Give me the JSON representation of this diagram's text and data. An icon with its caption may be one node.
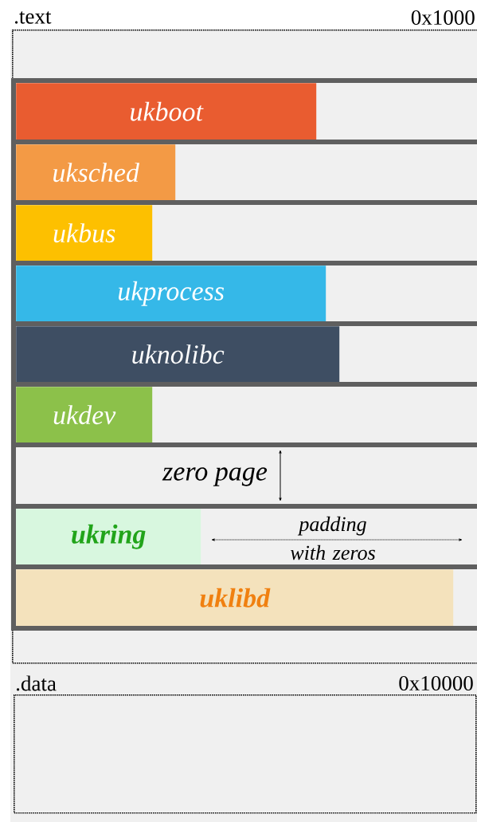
{
  "diagram": {
    "nodes": [
      {
        "text": [
          ".text",
          "0x1000"
        ]
      },
      {
        "text": [
          "ukboot"
        ],
        "in": 0
      },
      {
        "text": [
          "uksched"
        ],
        "in": 0
      },
      {
        "text": [
          "ukbus"
        ],
        "in": 0
      },
      {
        "text": [
          "ukprocess"
        ],
        "in": 0
      },
      {
        "text": [
          "uknolibc"
        ],
        "in": 0
      },
      {
        "text": [
          "ukdev"
        ],
        "in": 0
      },
      {
        "text": [
          "zero page"
        ],
        "in": 0
      },
      {
        "text": [
          "ukring"
        ],
        "in": 0
      },
      {
        "text": [
          "uklibd"
        ],
        "in": 0
      },
      {
        "text": [
          ".data",
          "0x10000"
        ]
      }
    ],
    "labels": [
      "padding with zeros"
    ]
  }
}
